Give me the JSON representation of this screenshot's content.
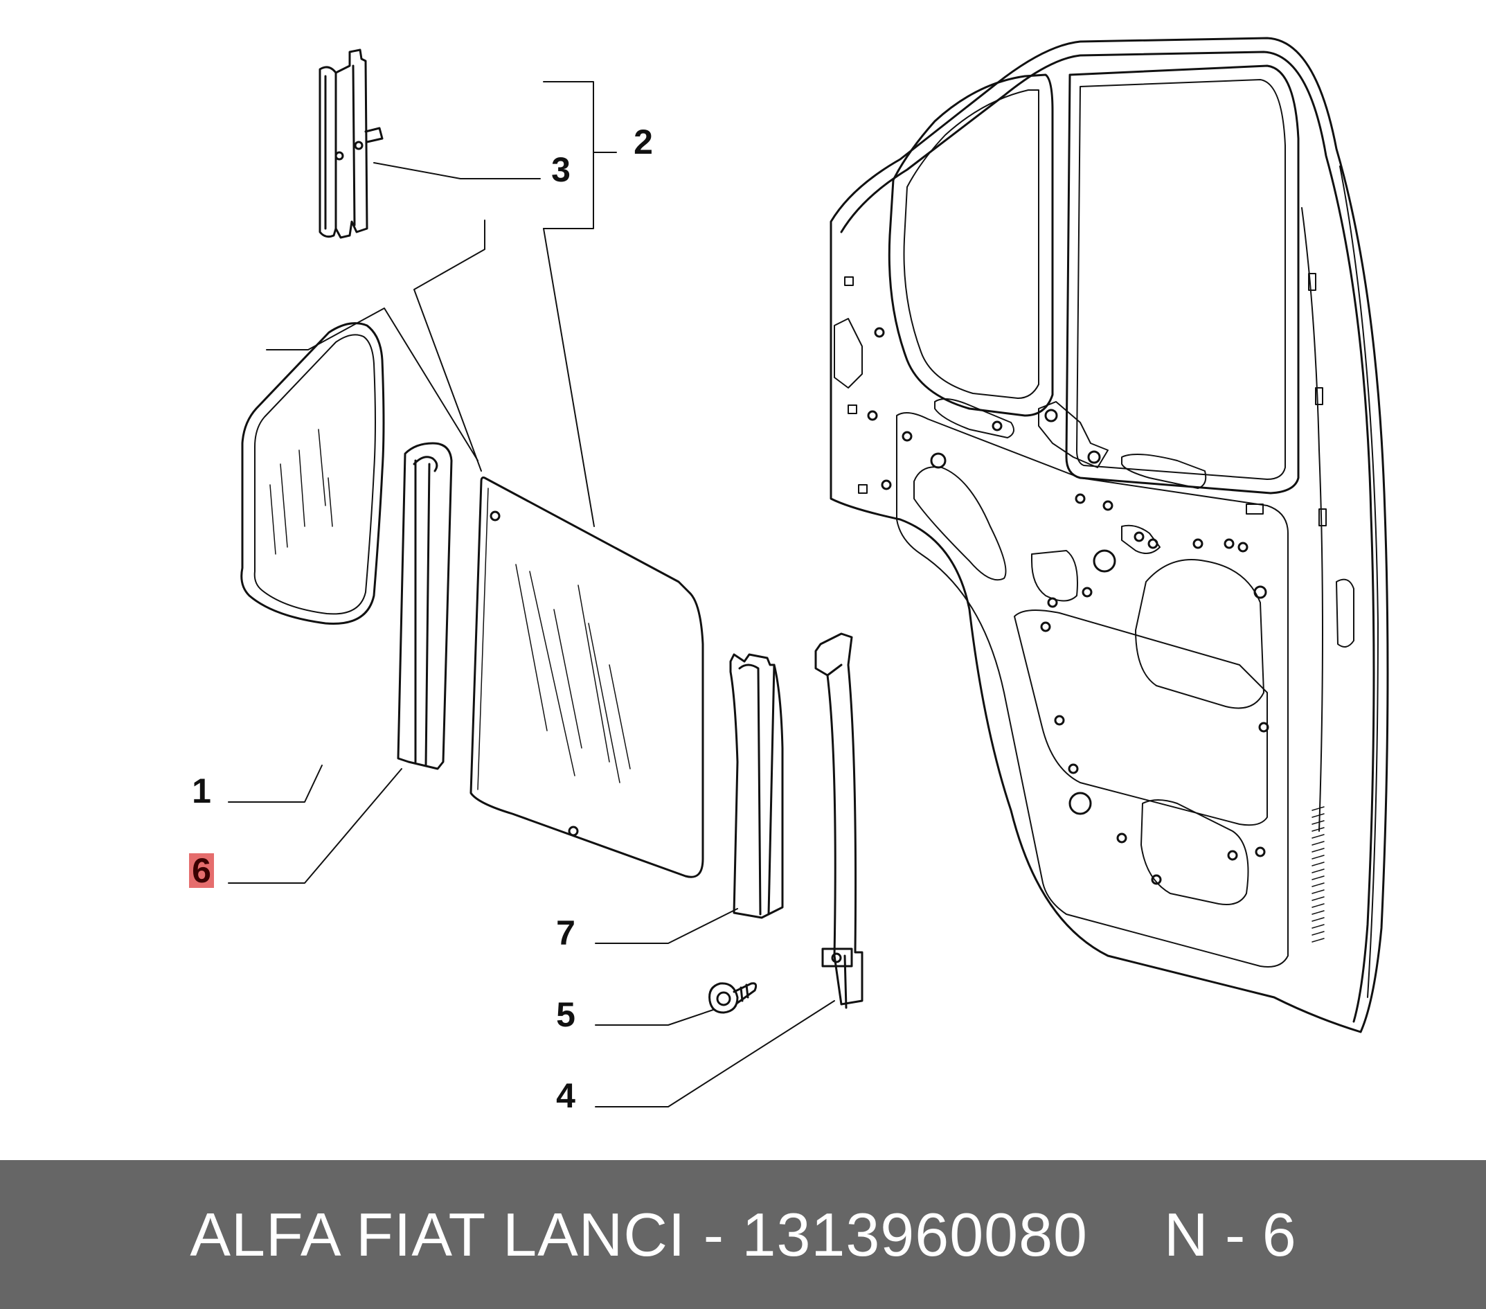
{
  "callouts": {
    "c1": "1",
    "c2": "2",
    "c3": "3",
    "c4": "4",
    "c5": "5",
    "c6": "6",
    "c7": "7"
  },
  "highlighted_callout": "6",
  "footer": {
    "part_info": "ALFA FIAT LANCI - 1313960080",
    "code": "N - 6"
  },
  "colors": {
    "footer_bg": "#666666",
    "highlight": "#dc3c3c",
    "line": "#111111"
  }
}
